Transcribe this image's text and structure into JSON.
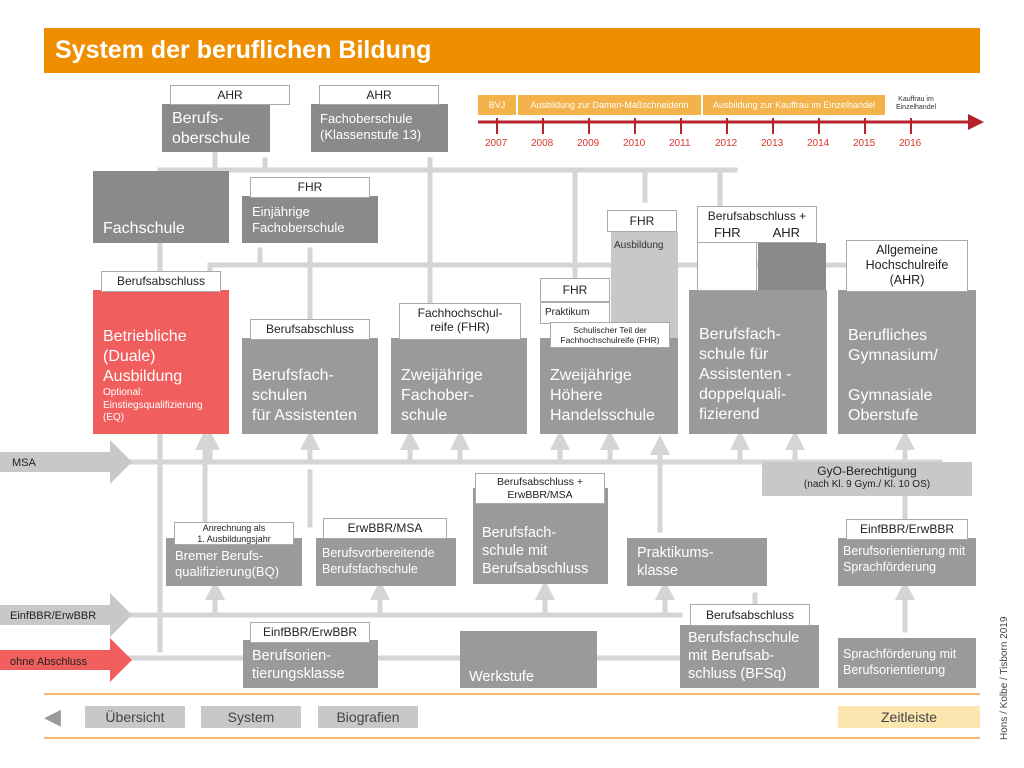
{
  "header": {
    "title": "System der beruflichen Bildung"
  },
  "timeline": {
    "segments": [
      "BVJ",
      "Ausbildung zur Damen-Maßschneiderin",
      "Ausbildung zur Kauffrau im Einzelhandel"
    ],
    "end_note": "Kauffrau im Einzelhandel",
    "years": [
      "2007",
      "2008",
      "2009",
      "2010",
      "2011",
      "2012",
      "2013",
      "2014",
      "2015",
      "2016"
    ]
  },
  "tags": {
    "ahr1": "AHR",
    "ahr2": "AHR",
    "fhr_top": "FHR",
    "fhr_hs": "FHR",
    "fhr_prak": "FHR",
    "ba_duale": "Berufsabschluss",
    "ba_bfs": "Berufsabschluss",
    "fhr_zwei_l1": "Fachhochschul-",
    "fhr_zwei_l2": "reife (FHR)",
    "bfs_doppel_l1": "Berufsabschluss +",
    "bfs_doppel_fhr": "FHR",
    "bfs_doppel_ahr": "AHR",
    "ahr_gym_l1": "Allgemeine",
    "ahr_gym_l2": "Hochschulreife",
    "ahr_gym_l3": "(AHR)",
    "ba_erw_l1": "Berufsabschluss +",
    "ba_erw_l2": "ErwBBR/MSA",
    "anrechnung_l1": "Anrechnung als",
    "anrechnung_l2": "1. Ausbildungsjahr",
    "erwbbr_msa": "ErwBBR/MSA",
    "einf_erw_right": "EinfBBR/ErwBBR",
    "ba_bfsq": "Berufsabschluss",
    "einf_erw_bottom": "EinfBBR/ErwBBR",
    "schulischer_l1": "Schulischer Teil der",
    "schulischer_l2": "Fachhochschulreife (FHR)",
    "praktikum": "Praktikum",
    "ausbildung": "Ausbildung"
  },
  "boxes": {
    "bos_l1": "Berufs-",
    "bos_l2": "oberschule",
    "fos13_l1": "Fachoberschule",
    "fos13_l2": "(Klassenstufe 13)",
    "fachschule": "Fachschule",
    "fos1_l1": "Einjährige",
    "fos1_l2": "Fachoberschule",
    "duale_l1": "Betriebliche",
    "duale_l2": "(Duale)",
    "duale_l3": "Ausbildung",
    "duale_opt1": "Optional:",
    "duale_opt2": "Einstiegsqualifizierung",
    "duale_opt3": "(EQ)",
    "bfs_ass_l1": "Berufsfach-",
    "bfs_ass_l2": "schulen",
    "bfs_ass_l3": "für Assistenten",
    "zfos_l1": "Zweijährige",
    "zfos_l2": "Fachober-",
    "zfos_l3": "schule",
    "hhs_l1": "Zweijährige",
    "hhs_l2": "Höhere",
    "hhs_l3": "Handelsschule",
    "bfs_d_l1": "Berufsfach-",
    "bfs_d_l2": "schule für",
    "bfs_d_l3": "Assistenten -",
    "bfs_d_l4": "doppelquali-",
    "bfs_d_l5": "fizierend",
    "gym_l1": "Berufliches",
    "gym_l2": "Gymnasium/",
    "gym_l3": "Gymnasiale",
    "gym_l4": "Oberstufe",
    "gyo_l1": "GyO-Berechtigung",
    "gyo_l2": "(nach Kl. 9 Gym./  Kl. 10 OS)",
    "bq_l1": "Bremer Berufs-",
    "bq_l2": "qualifizierung(BQ)",
    "bvfs_l1": "Berufsvorbereitende",
    "bvfs_l2": "Berufsfachschule",
    "bfs_ba_l1": "Berufsfach-",
    "bfs_ba_l2": "schule mit",
    "bfs_ba_l3": "Berufsabschluss",
    "prak_l1": "Praktikums-",
    "prak_l2": "klasse",
    "bo_spr_l1": "Berufsorientierung mit",
    "bo_spr_l2": "Sprachförderung",
    "bok_l1": "Berufsorien-",
    "bok_l2": "tierungsklasse",
    "werkstufe": "Werkstufe",
    "bfsq_l1": "Berufsfachschule",
    "bfsq_l2": "mit Berufsab-",
    "bfsq_l3": "schluss (BFSq)",
    "spr_bo_l1": "Sprachförderung mit",
    "spr_bo_l2": "Berufsorientierung"
  },
  "entry_arrows": {
    "msa": "MSA",
    "einf": "EinfBBR/ErwBBR",
    "ohne": "ohne Abschluss"
  },
  "nav": {
    "back": "◀",
    "overview": "Übersicht",
    "system": "System",
    "bio": "Biografien",
    "timeline": "Zeitleiste"
  },
  "credit": "Hons / Kolbe / Tisborn 2019",
  "colors": {
    "accent": "#ee8e00",
    "red": "#f05e5e",
    "box": "#9a9a9a",
    "line": "#d0d0d0",
    "timeline": "#b5202a"
  }
}
